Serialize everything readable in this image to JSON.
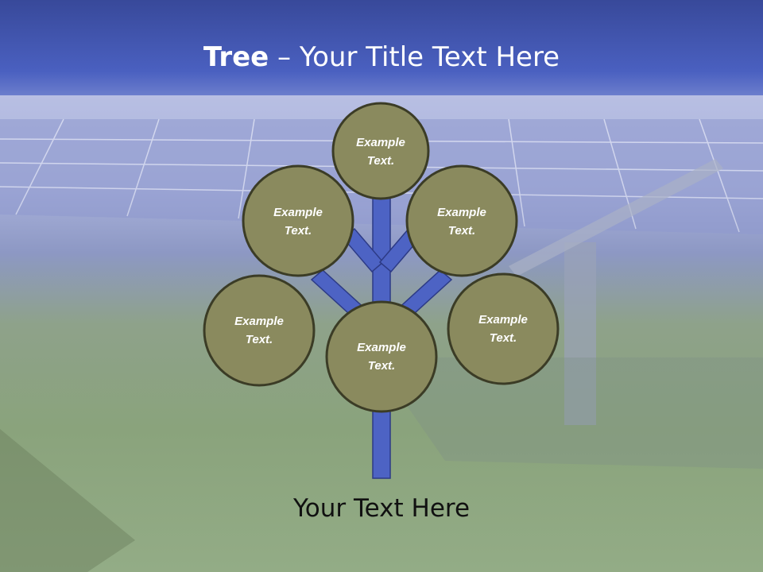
{
  "slide": {
    "title_bold": "Tree",
    "title_rest": " – Your Title Text Here",
    "footer": "Your Text Here"
  },
  "tree": {
    "nodes": [
      {
        "id": "top",
        "line1": "Example",
        "line2": "Text."
      },
      {
        "id": "upper-left",
        "line1": "Example",
        "line2": "Text."
      },
      {
        "id": "upper-right",
        "line1": "Example",
        "line2": "Text."
      },
      {
        "id": "lower-left",
        "line1": "Example",
        "line2": "Text."
      },
      {
        "id": "center",
        "line1": "Example",
        "line2": "Text."
      },
      {
        "id": "lower-right",
        "line1": "Example",
        "line2": "Text."
      }
    ]
  },
  "colors": {
    "header": "#4a60c0",
    "node_fill": "#8a8a5e",
    "node_border": "#3b3c26",
    "branch": "#4d63c4",
    "branch_border": "#2d3b86"
  }
}
